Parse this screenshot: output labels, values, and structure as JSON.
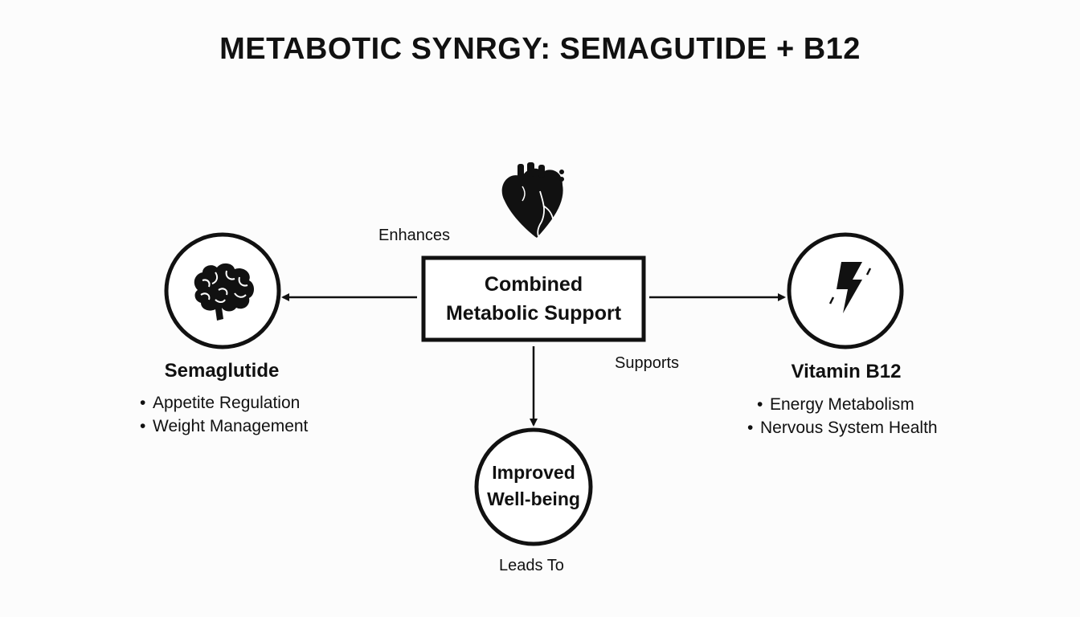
{
  "title": "METABOTIC SYNRGY: SEMAGUTIDE + B12",
  "center": {
    "line1": "Combined",
    "line2": "Metabolic Support",
    "icon": "heart-icon"
  },
  "left_node": {
    "title": "Semaglutide",
    "icon": "brain-icon",
    "bullets": [
      "Appetite Regulation",
      "Weight Management"
    ]
  },
  "right_node": {
    "title": "Vitamin B12",
    "icon": "lightning-bolt-icon",
    "bullets": [
      "Energy Metabolism",
      "Nervous System Health"
    ]
  },
  "bottom_node": {
    "line1": "Improved",
    "line2": "Well-being"
  },
  "edges": {
    "left": "Enhances",
    "right": "Supports",
    "down": "Leads To"
  }
}
